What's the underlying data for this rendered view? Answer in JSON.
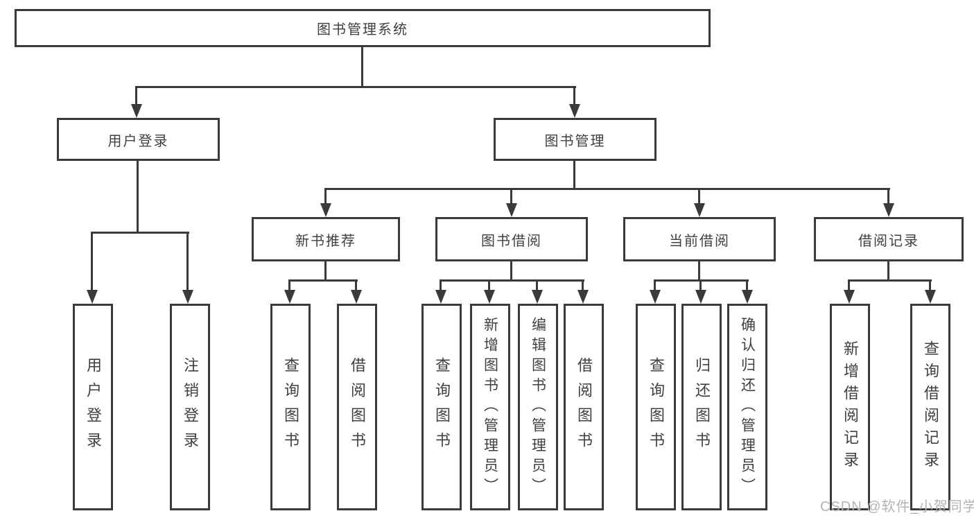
{
  "title": "图书管理系统",
  "watermark": "CSDN @软件_小贺同学",
  "colors": {
    "line": "#3a3a3a",
    "text": "#3f3f3f",
    "watermark": "#b3b3b3",
    "background": "#ffffff"
  },
  "tree": {
    "root": "图书管理系统",
    "branches": [
      {
        "label": "用户登录",
        "children": [
          "用户登录",
          "注销登录"
        ]
      },
      {
        "label": "图书管理",
        "children": [
          {
            "label": "新书推荐",
            "children": [
              "查询图书",
              "借阅图书"
            ]
          },
          {
            "label": "图书借阅",
            "children": [
              "查询图书",
              "新增图书（管理员）",
              "编辑图书（管理员）",
              "借阅图书"
            ]
          },
          {
            "label": "当前借阅",
            "children": [
              "查询图书",
              "归还图书",
              "确认归还（管理员）"
            ]
          },
          {
            "label": "借阅记录",
            "children": [
              "新增借阅记录",
              "查询借阅记录"
            ]
          }
        ]
      }
    ]
  }
}
